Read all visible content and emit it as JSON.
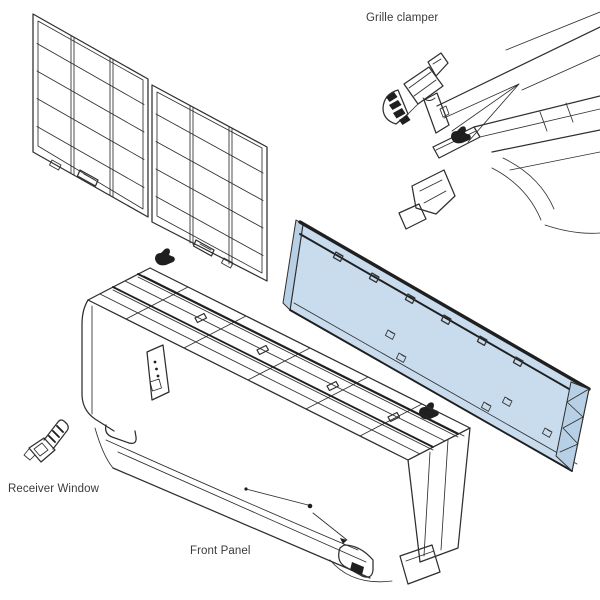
{
  "diagram": {
    "type": "exploded-parts-diagram",
    "labels": {
      "grille_clamper": "Grille clamper",
      "receiver_window": "Receiver Window",
      "front_panel": "Front Panel"
    },
    "colors": {
      "line": "#2f2f2f",
      "dark_fill": "#1f1f1f",
      "highlight_fill": "#c8dcee",
      "highlight_edge": "#b7d0e6",
      "background": "#ffffff",
      "label_text": "#3a3a3a"
    }
  }
}
